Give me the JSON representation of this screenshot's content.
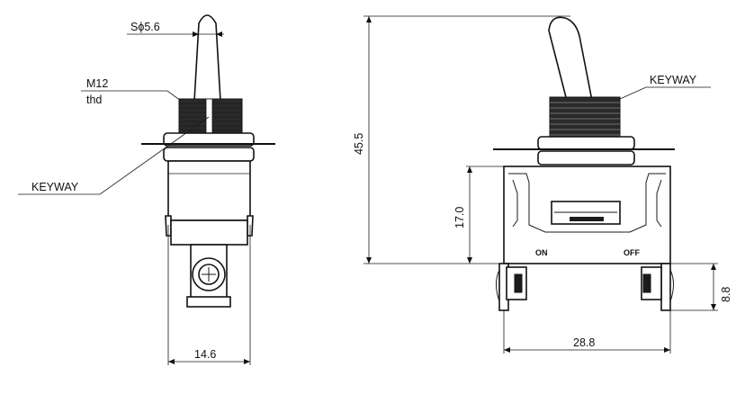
{
  "labels": {
    "dia_tip": "Sϕ5.6",
    "thread_size": "M12",
    "thread_note": "thd",
    "keyway_left": "KEYWAY",
    "keyway_right": "KEYWAY",
    "width_front": "14.6",
    "height_total": "45.5",
    "height_body": "17.0",
    "width_side": "28.8",
    "terminal_height": "8.8",
    "pos_on": "ON",
    "pos_off": "OFF"
  },
  "colors": {
    "line": "#1a1a1a",
    "fill_dark": "#1b1b1b",
    "background": "#ffffff"
  }
}
